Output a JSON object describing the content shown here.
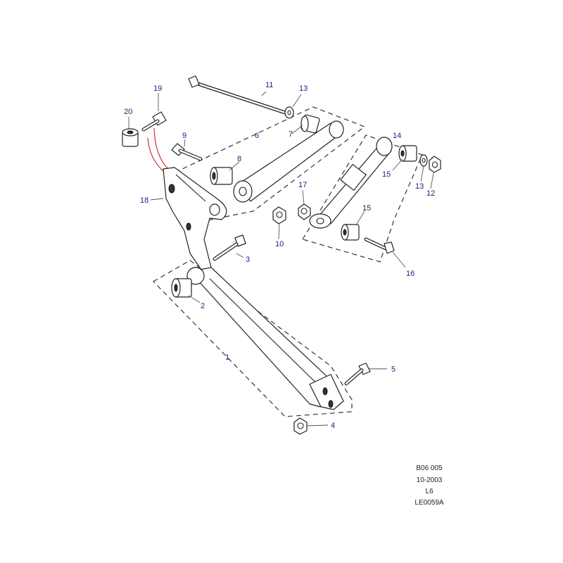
{
  "colors": {
    "callout_text": "#1a237e",
    "line": "#222222",
    "highlight": "#d32f2f"
  },
  "callouts": [
    {
      "id": "c11",
      "text": "11"
    },
    {
      "id": "c13a",
      "text": "13"
    },
    {
      "id": "c19",
      "text": "19"
    },
    {
      "id": "c20",
      "text": "20"
    },
    {
      "id": "c9",
      "text": "9"
    },
    {
      "id": "c6",
      "text": "6"
    },
    {
      "id": "c7",
      "text": "7"
    },
    {
      "id": "c14",
      "text": "14"
    },
    {
      "id": "c8",
      "text": "8"
    },
    {
      "id": "c15a",
      "text": "15"
    },
    {
      "id": "c13b",
      "text": "13"
    },
    {
      "id": "c12",
      "text": "12"
    },
    {
      "id": "c18",
      "text": "18"
    },
    {
      "id": "c17",
      "text": "17"
    },
    {
      "id": "c15b",
      "text": "15"
    },
    {
      "id": "c10",
      "text": "10"
    },
    {
      "id": "c3",
      "text": "3"
    },
    {
      "id": "c16",
      "text": "16"
    },
    {
      "id": "c2",
      "text": "2"
    },
    {
      "id": "c1",
      "text": "1"
    },
    {
      "id": "c5",
      "text": "5"
    },
    {
      "id": "c4",
      "text": "4"
    }
  ],
  "footer": [
    "B06 005",
    "10-2003",
    "L6",
    "LE0059A"
  ]
}
